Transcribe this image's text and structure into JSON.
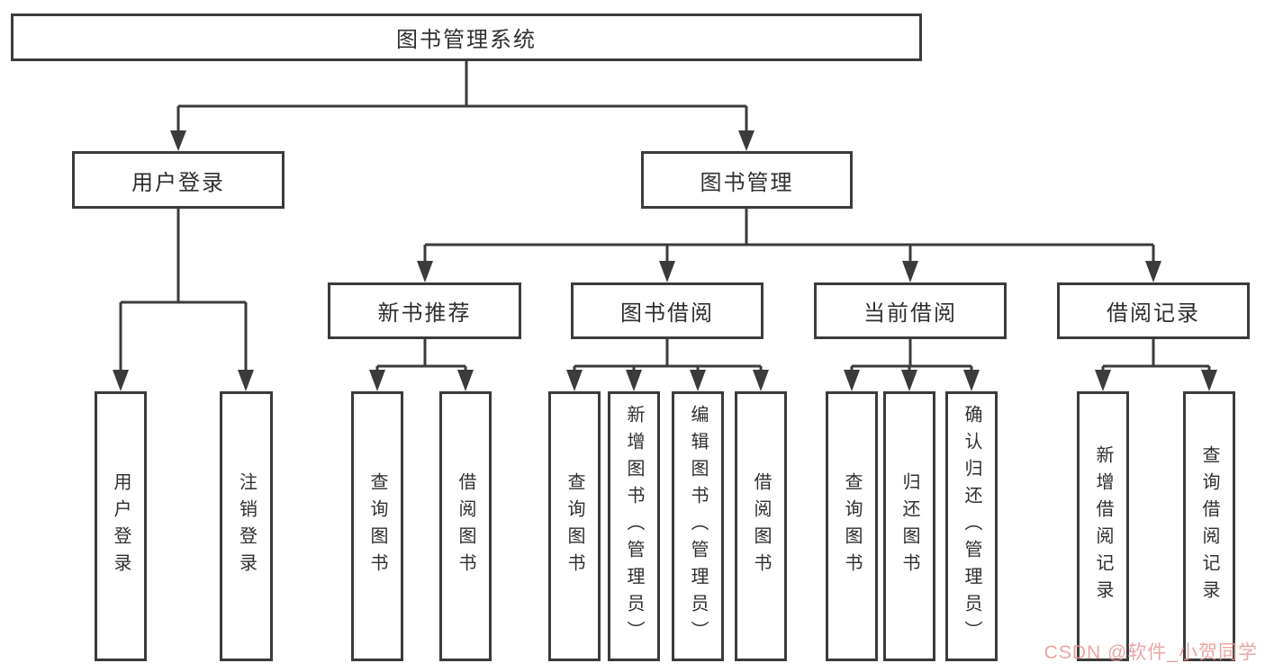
{
  "nodes": {
    "root": "图书管理系统",
    "login": "用户登录",
    "management": "图书管理",
    "new_books": "新书推荐",
    "borrowing": "图书借阅",
    "current_borrowing": "当前借阅",
    "borrow_records": "借阅记录"
  },
  "leaves": {
    "login": [
      "用户登录",
      "注销登录"
    ],
    "new_books": [
      "查询图书",
      "借阅图书"
    ],
    "borrowing": [
      "查询图书",
      "新增图书（管理员）",
      "编辑图书（管理员）",
      "借阅图书"
    ],
    "current_borrowing": [
      "查询图书",
      "归还图书",
      "确认归还（管理员）"
    ],
    "borrow_records": [
      "新增借阅记录",
      "查询借阅记录"
    ]
  },
  "watermark": "CSDN @软件_小贺同学",
  "colors": {
    "line": "#3b3b3b",
    "text": "#2f2f2f",
    "watermark": "#e99494",
    "background": "#ffffff"
  }
}
